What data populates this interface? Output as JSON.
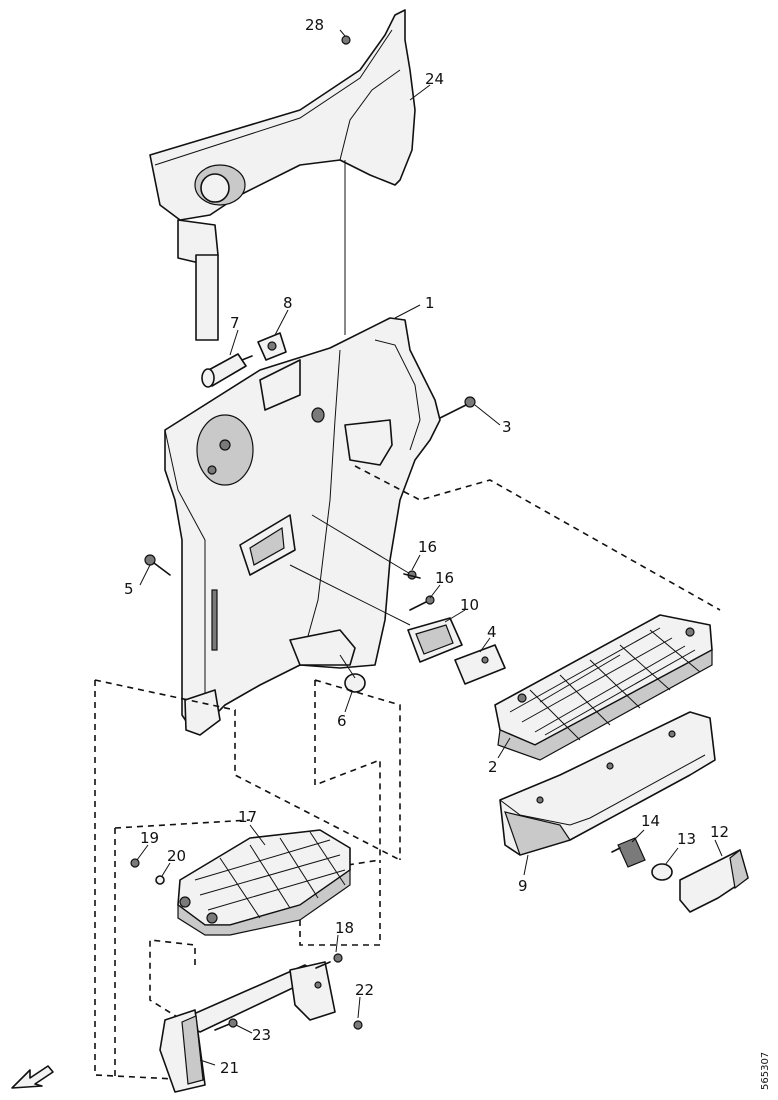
{
  "drawing_code": "565307",
  "parts": [
    {
      "id": "1",
      "text": "1"
    },
    {
      "id": "2",
      "text": "2"
    },
    {
      "id": "3",
      "text": "3"
    },
    {
      "id": "4",
      "text": "4"
    },
    {
      "id": "5",
      "text": "5"
    },
    {
      "id": "6",
      "text": "6"
    },
    {
      "id": "7",
      "text": "7"
    },
    {
      "id": "8",
      "text": "8"
    },
    {
      "id": "9",
      "text": "9"
    },
    {
      "id": "10",
      "text": "10"
    },
    {
      "id": "12",
      "text": "12"
    },
    {
      "id": "13",
      "text": "13"
    },
    {
      "id": "14",
      "text": "14"
    },
    {
      "id": "16a",
      "text": "16"
    },
    {
      "id": "16b",
      "text": "16"
    },
    {
      "id": "17",
      "text": "17"
    },
    {
      "id": "18",
      "text": "18"
    },
    {
      "id": "19",
      "text": "19"
    },
    {
      "id": "20",
      "text": "20"
    },
    {
      "id": "21",
      "text": "21"
    },
    {
      "id": "22",
      "text": "22"
    },
    {
      "id": "23",
      "text": "23"
    },
    {
      "id": "24",
      "text": "24"
    },
    {
      "id": "28",
      "text": "28"
    }
  ],
  "colors": {
    "line": "#111111",
    "panel": "#f2f2f2",
    "shade": "#c9c9c9",
    "dark": "#7a7a7a"
  }
}
